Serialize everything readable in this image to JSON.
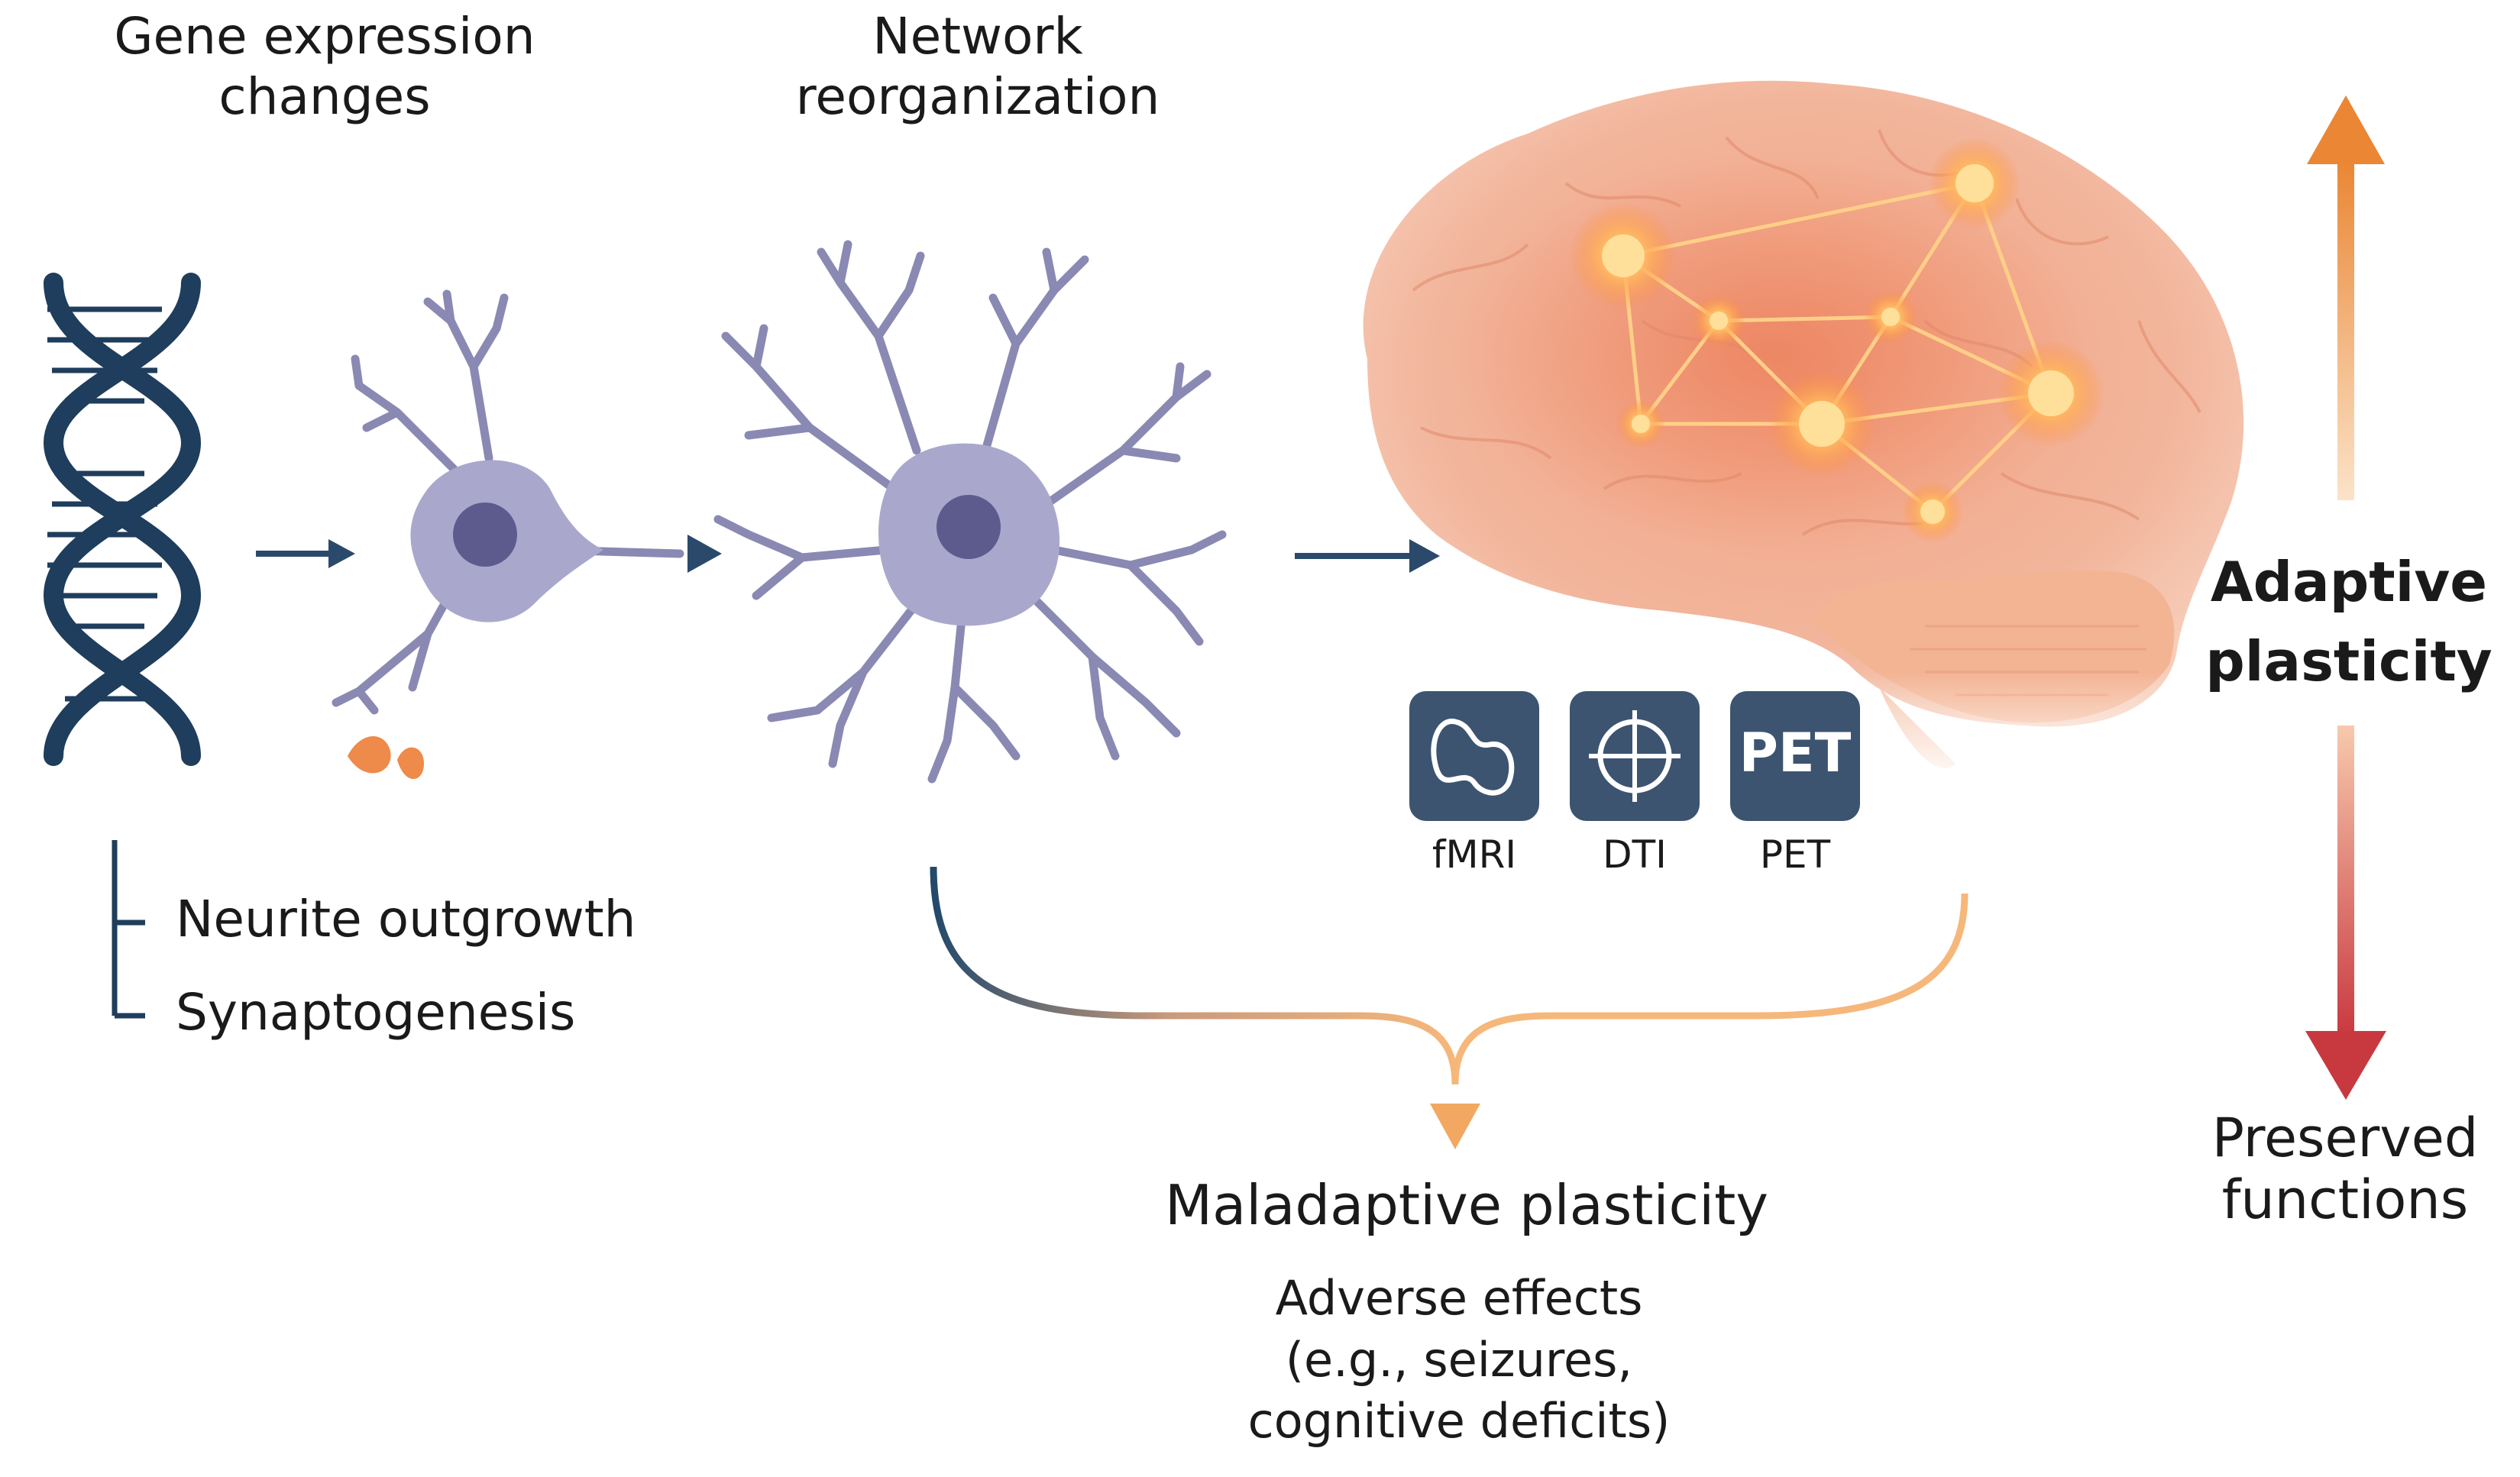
{
  "labels": {
    "gene_expression": "Gene expression\nchanges",
    "network_reorganization": "Network\nreorganization",
    "neurite_outgrowth": "Neurite outgrowth",
    "synaptogenesis": "Synaptogenesis",
    "maladaptive_title": "Maladaptive plasticity",
    "maladaptive_sub": "Adverse effects\n(e.g., seizures,\ncognitive deficits)",
    "adaptive": "Adaptive\nplasticity",
    "preserved": "Preserved\nfunctions"
  },
  "imaging": [
    {
      "icon": "fmri-icon",
      "badge": "",
      "label": "fMRI"
    },
    {
      "icon": "dti-icon",
      "badge": "",
      "label": "DTI"
    },
    {
      "icon": "pet-icon",
      "badge": "PET",
      "label": "PET"
    }
  ],
  "colors": {
    "dna": "#1f3d5c",
    "neuron": "#8a89b3",
    "brain": "#f0a080",
    "adaptive_arrow": "#e8843a",
    "preserved_arrow": "#c8383f",
    "maladaptive_arrow": "#f2a860",
    "flow_arrow": "#2b4a6b"
  }
}
